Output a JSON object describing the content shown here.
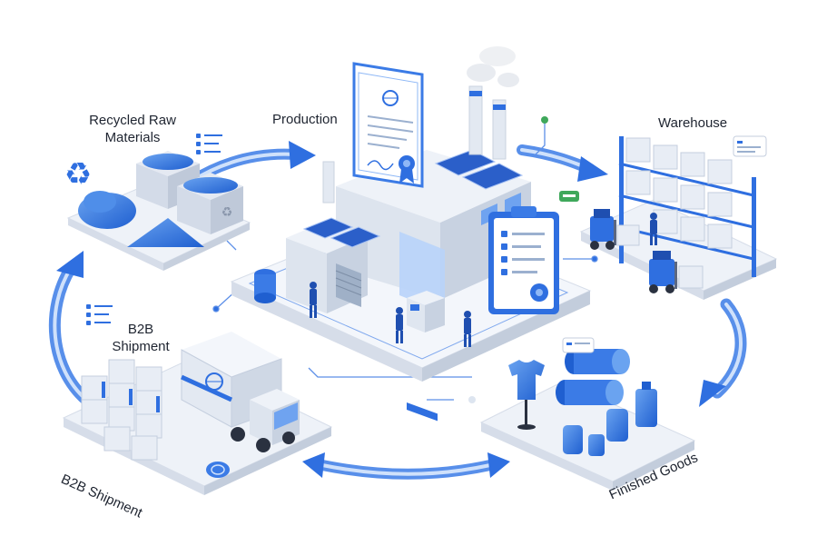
{
  "diagram": {
    "stages": {
      "raw": {
        "label_line1": "Recycled Raw",
        "label_line2": "Materials"
      },
      "production": {
        "label": "Production"
      },
      "warehouse": {
        "label": "Warehouse"
      },
      "finished": {
        "label": "Finished Goods"
      },
      "shipment": {
        "label_line1": "B2B",
        "label_line2": "Shipment",
        "label_platform": "B2B Shipment"
      }
    },
    "icons": [
      "recycle-icon",
      "globe-icon",
      "award-badge-icon",
      "checklist-icon",
      "solar-panel-icon",
      "forklift-icon",
      "truck-icon",
      "tshirt-icon"
    ],
    "colors": {
      "accent": "#2f6fe0",
      "accent_light": "#8fb8f6",
      "platform": "#eef2f8",
      "building": "#e6ebf3",
      "ink": "#1e2430"
    }
  }
}
